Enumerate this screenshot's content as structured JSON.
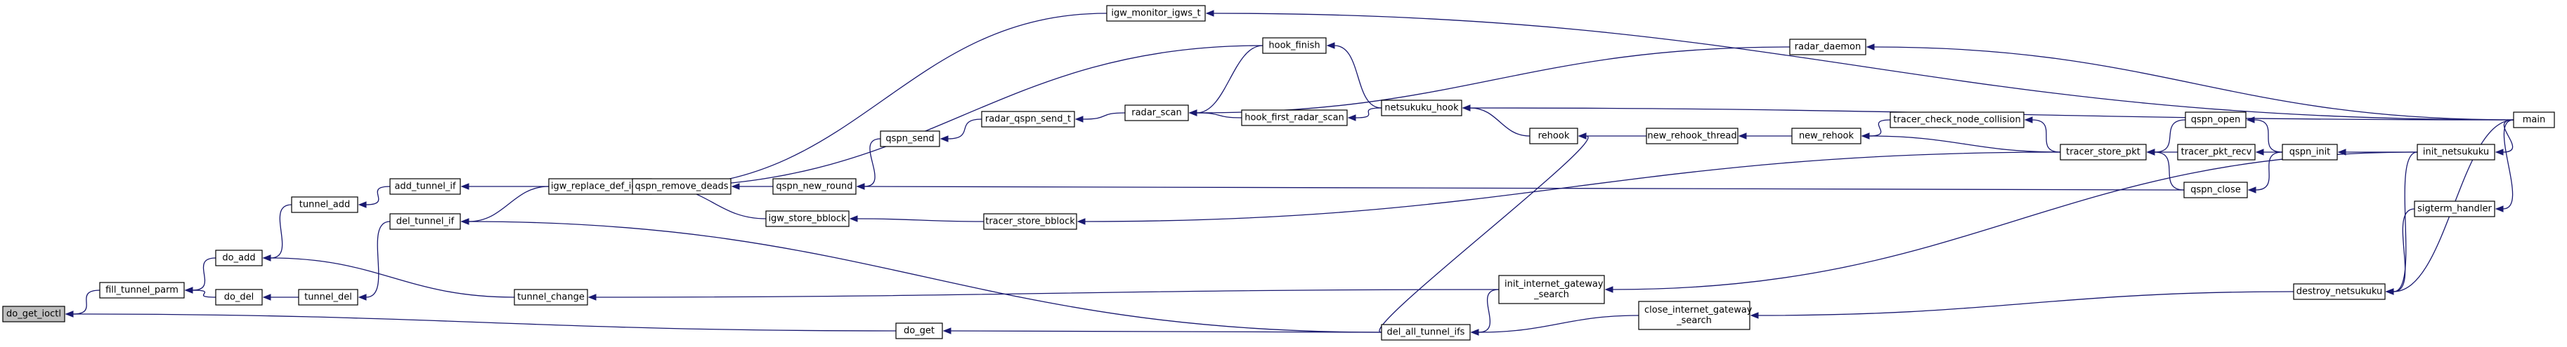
{
  "graph": {
    "kind": "call-graph",
    "edge_color": "#191970",
    "root_fill": "#bfbfbf",
    "root": "do_get_ioctl",
    "nodes": [
      {
        "id": "do_get_ioctl",
        "lines": [
          "do_get_ioctl"
        ]
      },
      {
        "id": "fill_tunnel_parm",
        "lines": [
          "fill_tunnel_parm"
        ]
      },
      {
        "id": "do_get",
        "lines": [
          "do_get"
        ]
      },
      {
        "id": "do_add",
        "lines": [
          "do_add"
        ]
      },
      {
        "id": "do_del",
        "lines": [
          "do_del"
        ]
      },
      {
        "id": "tunnel_add",
        "lines": [
          "tunnel_add"
        ]
      },
      {
        "id": "tunnel_del",
        "lines": [
          "tunnel_del"
        ]
      },
      {
        "id": "tunnel_change",
        "lines": [
          "tunnel_change"
        ]
      },
      {
        "id": "add_tunnel_if",
        "lines": [
          "add_tunnel_if"
        ]
      },
      {
        "id": "del_tunnel_if",
        "lines": [
          "del_tunnel_if"
        ]
      },
      {
        "id": "igw_replace_def_igws",
        "lines": [
          "igw_replace_def_igws"
        ]
      },
      {
        "id": "igw_monitor_igws_t",
        "lines": [
          "igw_monitor_igws_t"
        ]
      },
      {
        "id": "qspn_remove_deads",
        "lines": [
          "qspn_remove_deads"
        ]
      },
      {
        "id": "igw_store_bblock",
        "lines": [
          "igw_store_bblock"
        ]
      },
      {
        "id": "qspn_new_round",
        "lines": [
          "qspn_new_round"
        ]
      },
      {
        "id": "qspn_send",
        "lines": [
          "qspn_send"
        ]
      },
      {
        "id": "radar_qspn_send_t",
        "lines": [
          "radar_qspn_send_t"
        ]
      },
      {
        "id": "radar_scan",
        "lines": [
          "radar_scan"
        ]
      },
      {
        "id": "hook_finish",
        "lines": [
          "hook_finish"
        ]
      },
      {
        "id": "hook_first_radar_scan",
        "lines": [
          "hook_first_radar_scan"
        ]
      },
      {
        "id": "netsukuku_hook",
        "lines": [
          "netsukuku_hook"
        ]
      },
      {
        "id": "tracer_store_bblock",
        "lines": [
          "tracer_store_bblock"
        ]
      },
      {
        "id": "del_all_tunnel_ifs",
        "lines": [
          "del_all_tunnel_ifs"
        ]
      },
      {
        "id": "rehook",
        "lines": [
          "rehook"
        ]
      },
      {
        "id": "radar_daemon",
        "lines": [
          "radar_daemon"
        ]
      },
      {
        "id": "init_internet_gateway_search",
        "lines": [
          "init_internet_gateway",
          "_search"
        ]
      },
      {
        "id": "close_internet_gateway_search",
        "lines": [
          "close_internet_gateway",
          "_search"
        ]
      },
      {
        "id": "new_rehook_thread",
        "lines": [
          "new_rehook_thread"
        ]
      },
      {
        "id": "new_rehook",
        "lines": [
          "new_rehook"
        ]
      },
      {
        "id": "tracer_check_node_collision",
        "lines": [
          "tracer_check_node_collision"
        ]
      },
      {
        "id": "tracer_store_pkt",
        "lines": [
          "tracer_store_pkt"
        ]
      },
      {
        "id": "qspn_open",
        "lines": [
          "qspn_open"
        ]
      },
      {
        "id": "tracer_pkt_recv",
        "lines": [
          "tracer_pkt_recv"
        ]
      },
      {
        "id": "qspn_close",
        "lines": [
          "qspn_close"
        ]
      },
      {
        "id": "qspn_init",
        "lines": [
          "qspn_init"
        ]
      },
      {
        "id": "destroy_netsukuku",
        "lines": [
          "destroy_netsukuku"
        ]
      },
      {
        "id": "init_netsukuku",
        "lines": [
          "init_netsukuku"
        ]
      },
      {
        "id": "sigterm_handler",
        "lines": [
          "sigterm_handler"
        ]
      },
      {
        "id": "main",
        "lines": [
          "main"
        ]
      }
    ],
    "edges": [
      [
        "fill_tunnel_parm",
        "do_get_ioctl"
      ],
      [
        "do_get",
        "do_get_ioctl"
      ],
      [
        "do_add",
        "fill_tunnel_parm"
      ],
      [
        "do_del",
        "fill_tunnel_parm"
      ],
      [
        "del_all_tunnel_ifs",
        "do_get"
      ],
      [
        "tunnel_add",
        "do_add"
      ],
      [
        "tunnel_change",
        "do_add"
      ],
      [
        "tunnel_del",
        "do_del"
      ],
      [
        "add_tunnel_if",
        "tunnel_add"
      ],
      [
        "del_tunnel_if",
        "tunnel_del"
      ],
      [
        "init_internet_gateway_search",
        "tunnel_change"
      ],
      [
        "igw_replace_def_igws",
        "add_tunnel_if"
      ],
      [
        "igw_replace_def_igws",
        "del_tunnel_if"
      ],
      [
        "del_all_tunnel_ifs",
        "del_tunnel_if"
      ],
      [
        "igw_monitor_igws_t",
        "igw_replace_def_igws"
      ],
      [
        "hook_finish",
        "igw_replace_def_igws"
      ],
      [
        "qspn_remove_deads",
        "igw_replace_def_igws"
      ],
      [
        "igw_store_bblock",
        "igw_replace_def_igws"
      ],
      [
        "qspn_new_round",
        "qspn_remove_deads"
      ],
      [
        "tracer_store_bblock",
        "igw_store_bblock"
      ],
      [
        "qspn_send",
        "qspn_new_round"
      ],
      [
        "qspn_close",
        "qspn_new_round"
      ],
      [
        "radar_qspn_send_t",
        "qspn_send"
      ],
      [
        "radar_scan",
        "radar_qspn_send_t"
      ],
      [
        "hook_finish",
        "radar_scan"
      ],
      [
        "hook_first_radar_scan",
        "radar_scan"
      ],
      [
        "radar_daemon",
        "radar_scan"
      ],
      [
        "netsukuku_hook",
        "hook_finish"
      ],
      [
        "netsukuku_hook",
        "hook_first_radar_scan"
      ],
      [
        "rehook",
        "netsukuku_hook"
      ],
      [
        "main",
        "netsukuku_hook"
      ],
      [
        "tracer_store_pkt",
        "tracer_store_bblock"
      ],
      [
        "init_internet_gateway_search",
        "del_all_tunnel_ifs"
      ],
      [
        "close_internet_gateway_search",
        "del_all_tunnel_ifs"
      ],
      [
        "destroy_netsukuku",
        "close_internet_gateway_search"
      ],
      [
        "init_netsukuku",
        "init_internet_gateway_search"
      ],
      [
        "main",
        "igw_monitor_igws_t"
      ],
      [
        "main",
        "radar_daemon"
      ],
      [
        "del_all_tunnel_ifs",
        "rehook"
      ],
      [
        "new_rehook_thread",
        "rehook"
      ],
      [
        "new_rehook",
        "new_rehook_thread"
      ],
      [
        "tracer_check_node_collision",
        "new_rehook"
      ],
      [
        "tracer_store_pkt",
        "new_rehook"
      ],
      [
        "tracer_store_pkt",
        "tracer_check_node_collision"
      ],
      [
        "qspn_open",
        "tracer_store_pkt"
      ],
      [
        "tracer_pkt_recv",
        "tracer_store_pkt"
      ],
      [
        "qspn_close",
        "tracer_store_pkt"
      ],
      [
        "qspn_init",
        "qspn_open"
      ],
      [
        "qspn_init",
        "tracer_pkt_recv"
      ],
      [
        "qspn_init",
        "qspn_close"
      ],
      [
        "init_netsukuku",
        "qspn_init"
      ],
      [
        "main",
        "init_netsukuku"
      ],
      [
        "main",
        "sigterm_handler"
      ],
      [
        "sigterm_handler",
        "destroy_netsukuku"
      ],
      [
        "main",
        "destroy_netsukuku"
      ],
      [
        "init_netsukuku",
        "destroy_netsukuku"
      ]
    ]
  }
}
